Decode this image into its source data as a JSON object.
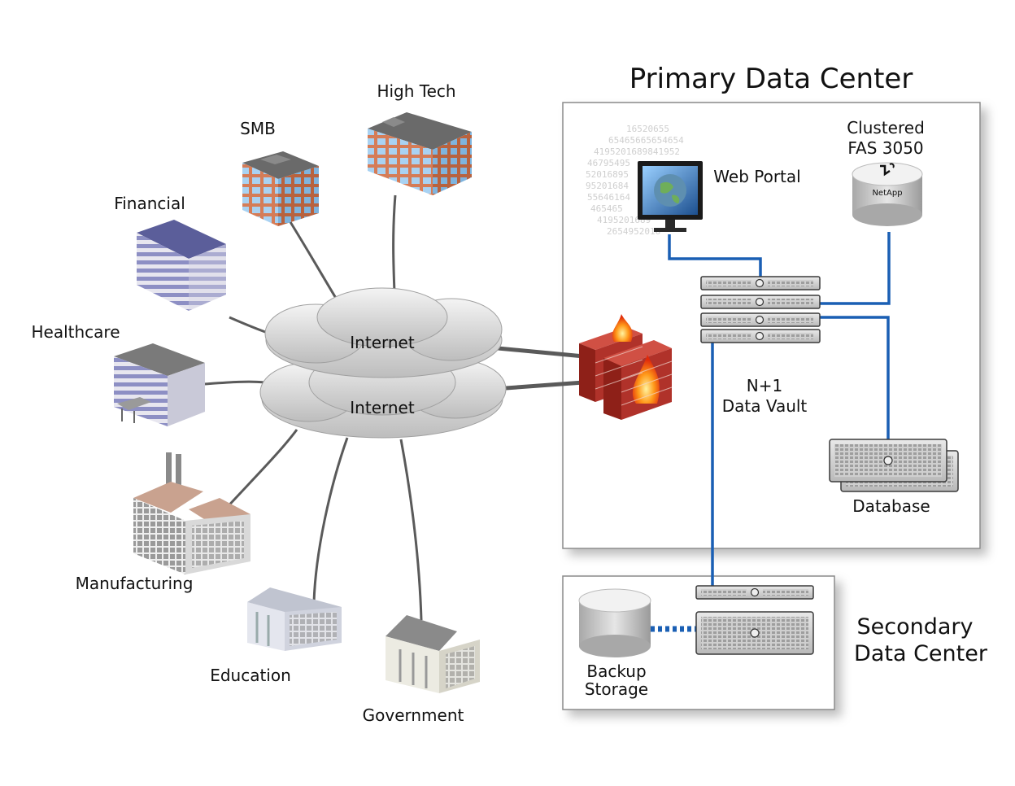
{
  "titles": {
    "primary": "Primary Data Center",
    "secondary_line1": "Secondary",
    "secondary_line2": "Data Center"
  },
  "cloud": {
    "label_top": "Internet",
    "label_bottom": "Internet"
  },
  "sectors": {
    "high_tech": "High Tech",
    "smb": "SMB",
    "financial": "Financial",
    "healthcare": "Healthcare",
    "manufacturing": "Manufacturing",
    "education": "Education",
    "government": "Government"
  },
  "primary_dc": {
    "web_portal": "Web Portal",
    "clustered_line1": "Clustered",
    "clustered_line2": "FAS 3050",
    "netapp_brand": "NetApp",
    "vault_line1": "N+1",
    "vault_line2": "Data Vault",
    "database": "Database"
  },
  "secondary_dc": {
    "backup_line1": "Backup",
    "backup_line2": "Storage"
  },
  "binary_digits": [
    "16520655",
    "65465665654654",
    "4195201689841952",
    "46795495",
    "52016895",
    "95201684",
    "55646164",
    "465465",
    "4195201689",
    "2654952016"
  ],
  "colors": {
    "link_blue": "#1a5fb4",
    "wan_gray": "#5a5a5a",
    "panel_border": "#8a8a8a",
    "brick": "#b0322a"
  }
}
